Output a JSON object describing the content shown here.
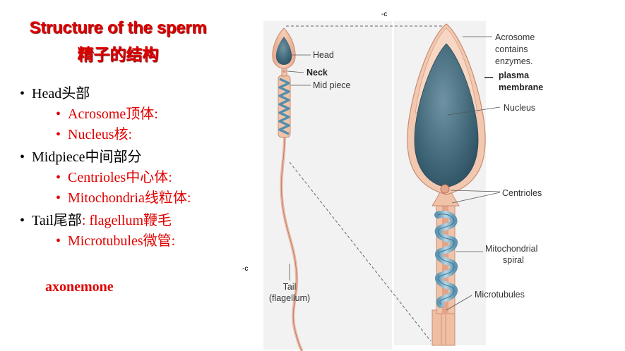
{
  "slide": {
    "title_en": "Structure of the sperm",
    "title_cn": "精子的结构",
    "bullets": [
      {
        "head": "Head头部",
        "head_red": "",
        "sub": [
          "Acrosome顶体:",
          "Nucleus核:"
        ]
      },
      {
        "head": "Midpiece中间部分",
        "head_red": "",
        "sub": [
          "Centrioles中心体:",
          "Mitochondria线粒体:"
        ]
      },
      {
        "head": "Tail尾部",
        "head_red": ": flagellum鞭毛",
        "sub": [
          "Microtubules微管:"
        ]
      }
    ],
    "note": "axonemone",
    "stray_mark": "-c"
  },
  "diagram": {
    "small_labels": {
      "head": "Head",
      "neck": "Neck",
      "midpiece": "Mid piece",
      "tail_1": "Tail",
      "tail_2": "(flagellum)"
    },
    "large_labels": {
      "acrosome_1": "Acrosome",
      "acrosome_2": "contains",
      "acrosome_3": "enzymes.",
      "plasma_1": "plasma",
      "plasma_2": "membrane",
      "nucleus": "Nucleus",
      "centrioles": "Centrioles",
      "mito_1": "Mitochondrial",
      "mito_2": "spiral",
      "microtubules": "Microtubules"
    },
    "colors": {
      "membrane": "#f2bfa3",
      "nucleus": "#3f6677",
      "mitochondria": "#7fb0c8",
      "text_red": "#e00000"
    }
  }
}
